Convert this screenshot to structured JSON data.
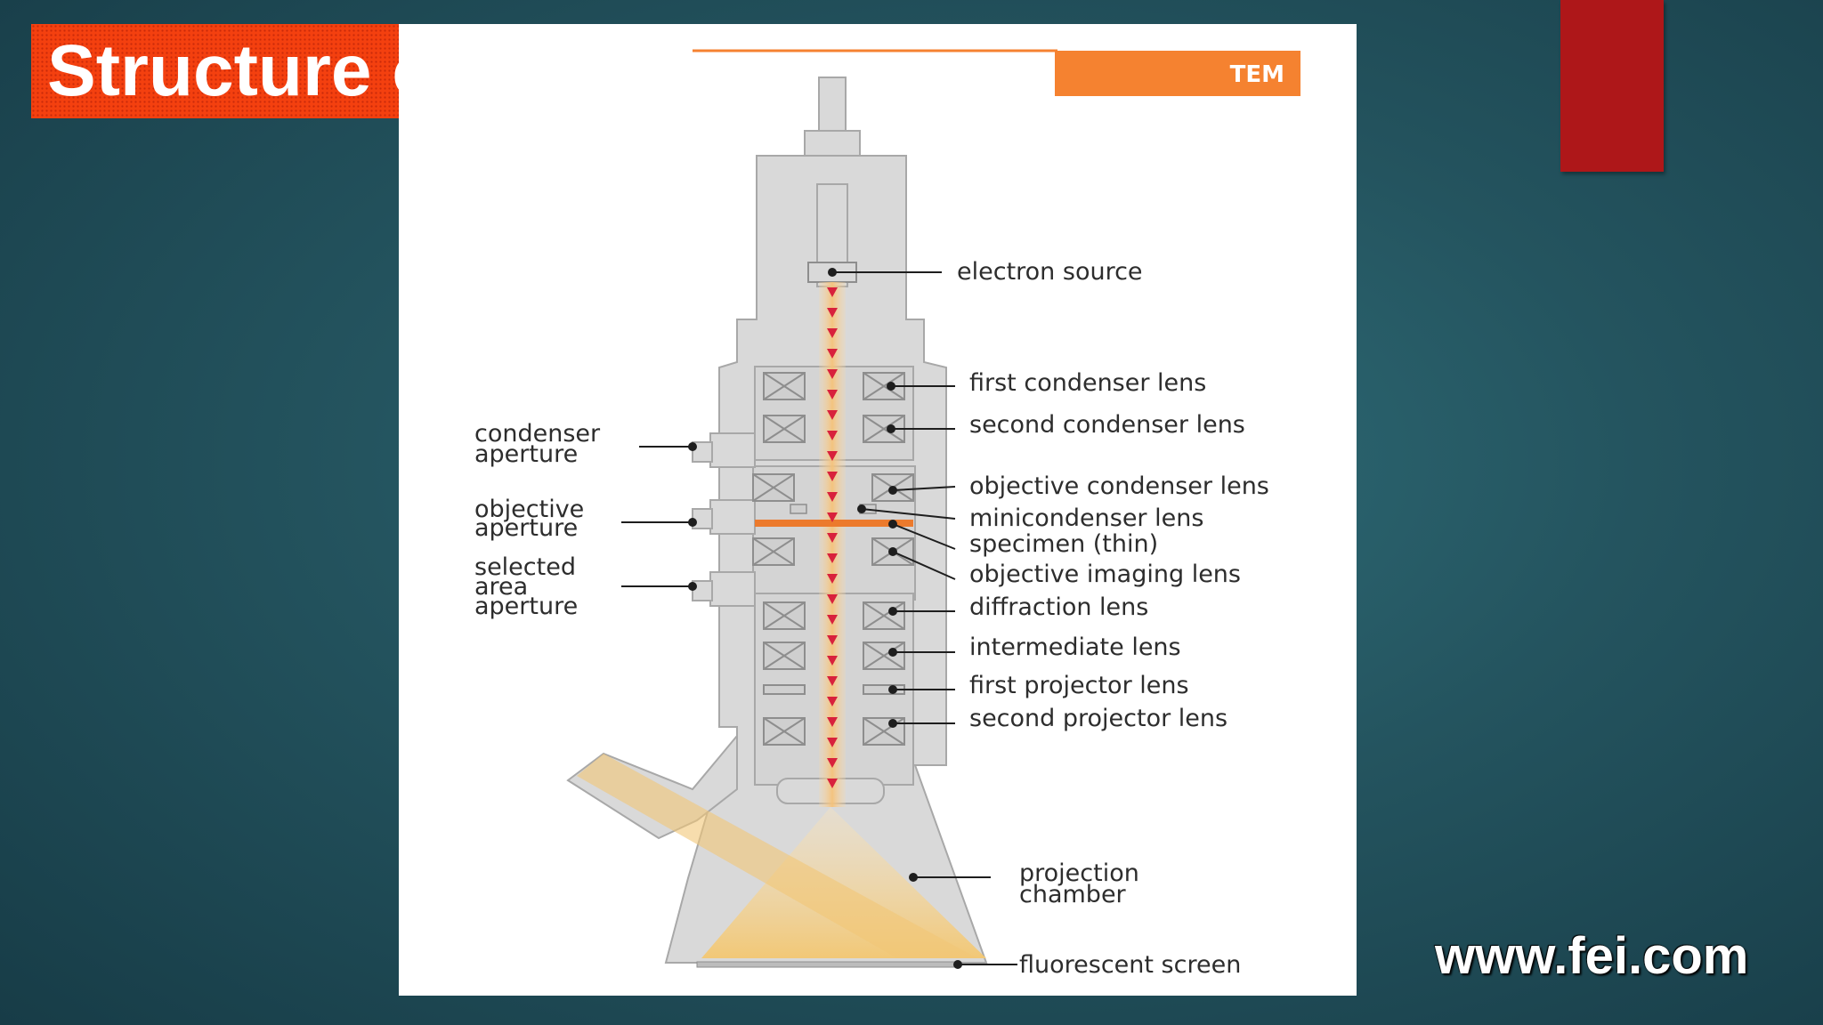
{
  "slide": {
    "title": "Structure of TEM",
    "website": "www.fei.com"
  },
  "diagram": {
    "tag": "TEM",
    "labels_right": {
      "electron_source": "electron source",
      "first_condenser_lens": "first condenser lens",
      "second_condenser_lens": "second condenser lens",
      "objective_condenser_lens": "objective condenser lens",
      "minicondenser_lens": "minicondenser lens",
      "specimen": "specimen (thin)",
      "objective_imaging_lens": "objective imaging lens",
      "diffraction_lens": "diffraction lens",
      "intermediate_lens": "intermediate lens",
      "first_projector_lens": "first projector lens",
      "second_projector_lens": "second projector lens",
      "projection_chamber_1": "projection",
      "projection_chamber_2": "chamber",
      "fluorescent_screen": "fluorescent screen"
    },
    "labels_left": {
      "condenser_aperture_1": "condenser",
      "condenser_aperture_2": "aperture",
      "objective_aperture_1": "objective",
      "objective_aperture_2": "aperture",
      "selected_area_1": "selected",
      "selected_area_2": "area",
      "selected_area_3": "aperture"
    },
    "colors": {
      "body": "#d9d9d9",
      "outline": "#a8a8a8",
      "beam": "#f6c986",
      "arrow": "#d8213c",
      "specimen": "#ec7a2c",
      "tag": "#f58230"
    }
  }
}
